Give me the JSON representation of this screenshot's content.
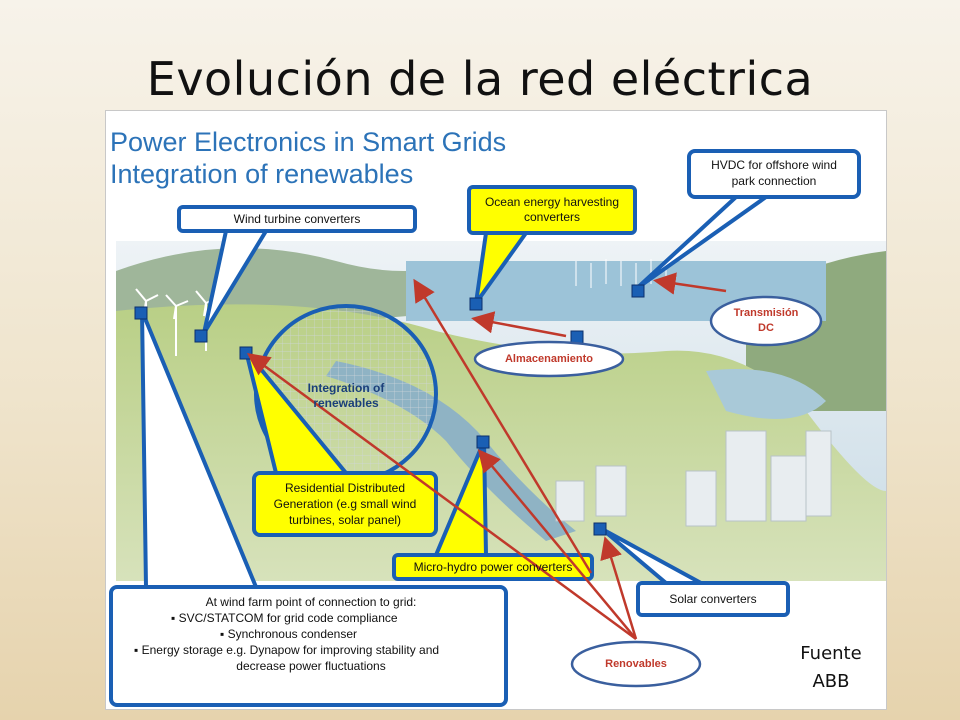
{
  "slide": {
    "title": "Evolución de la red eléctrica",
    "source_line1": "Fuente",
    "source_line2": "ABB"
  },
  "diagram": {
    "heading_line1": "Power Electronics in Smart Grids",
    "heading_line2": "Integration of renewables",
    "callouts": {
      "wind_turbine": "Wind turbine converters",
      "ocean_energy_1": "Ocean energy harvesting",
      "ocean_energy_2": "converters",
      "hvdc_1": "HVDC for offshore wind",
      "hvdc_2": "park connection",
      "integration_1": "Integration of",
      "integration_2": "renewables",
      "residential_1": "Residential Distributed",
      "residential_2": "Generation (e.g small wind",
      "residential_3": "turbines, solar panel)",
      "micro_hydro": "Micro-hydro power converters",
      "solar": "Solar converters",
      "windfarm_1": "At wind farm point of connection to grid:",
      "windfarm_2": "SVC/STATCOM for grid code compliance",
      "windfarm_3": "Synchronous condenser",
      "windfarm_4": "Energy storage e.g. Dynapow for improving stability and",
      "windfarm_5": "decrease power fluctuations"
    },
    "annotations": {
      "transmision_1": "Transmisión",
      "transmision_2": "DC",
      "almacenamiento": "Almacenamiento",
      "renovables": "Renovables"
    }
  },
  "colors": {
    "heading_blue": "#2c73b8",
    "callout_blue": "#1a5fb4",
    "callout_yellow": "#ffff00",
    "annotation_red": "#c0392b",
    "ellipse_border": "#3a5f9e"
  }
}
